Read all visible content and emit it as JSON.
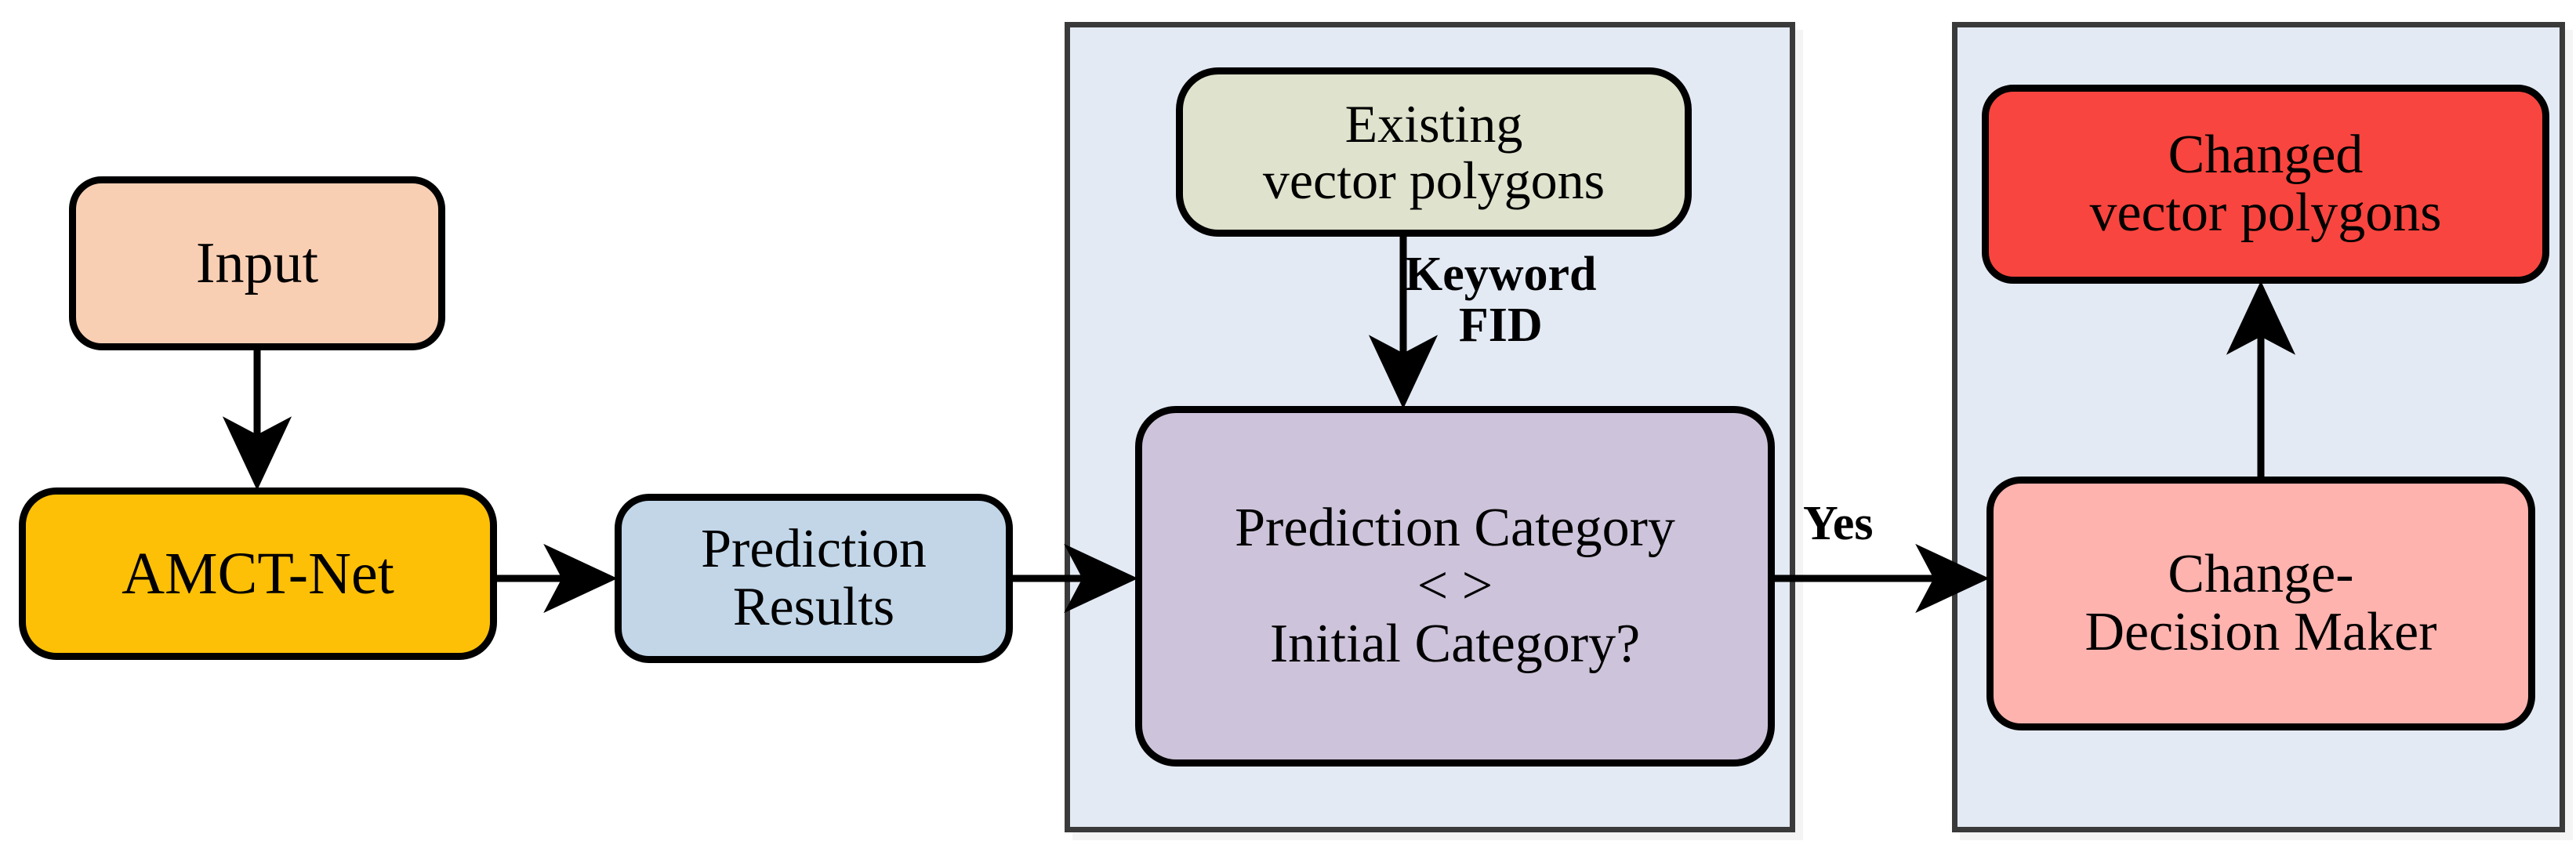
{
  "diagram": {
    "title": "AMCT-Net change detection workflow",
    "nodes": {
      "input": {
        "label": "Input",
        "color": "#f9cfb4"
      },
      "amct_net": {
        "label": "AMCT-Net",
        "color": "#fdc006"
      },
      "prediction_results": {
        "label": "Prediction\nResults",
        "color": "#c2d6e8"
      },
      "existing_vector_polygons": {
        "label": "Existing\nvector polygons",
        "color": "#dfe2cc"
      },
      "prediction_category": {
        "label": "Prediction Category\n< >\nInitial Category?",
        "color": "#cdc3da"
      },
      "changed_vector_polygons": {
        "label": "Changed\nvector polygons",
        "color": "#f9453f"
      },
      "change_decision_maker": {
        "label": "Change-\nDecision Maker",
        "color": "#ffb3af"
      }
    },
    "edge_labels": {
      "keyword_fid": "Keyword\nFID",
      "yes": "Yes"
    },
    "panels": {
      "left": {
        "background": "#e3eaf4",
        "border": "#3a3a3a"
      },
      "right": {
        "background": "#e3eaf4",
        "border": "#3a3a3a"
      }
    },
    "connectors": [
      {
        "from": "input",
        "to": "amct_net",
        "direction": "down"
      },
      {
        "from": "amct_net",
        "to": "prediction_results",
        "direction": "right"
      },
      {
        "from": "prediction_results",
        "to": "prediction_category",
        "direction": "right"
      },
      {
        "from": "existing_vector_polygons",
        "to": "prediction_category",
        "direction": "down",
        "label": "Keyword FID"
      },
      {
        "from": "prediction_category",
        "to": "change_decision_maker",
        "direction": "right",
        "label": "Yes"
      },
      {
        "from": "change_decision_maker",
        "to": "changed_vector_polygons",
        "direction": "up"
      }
    ]
  }
}
